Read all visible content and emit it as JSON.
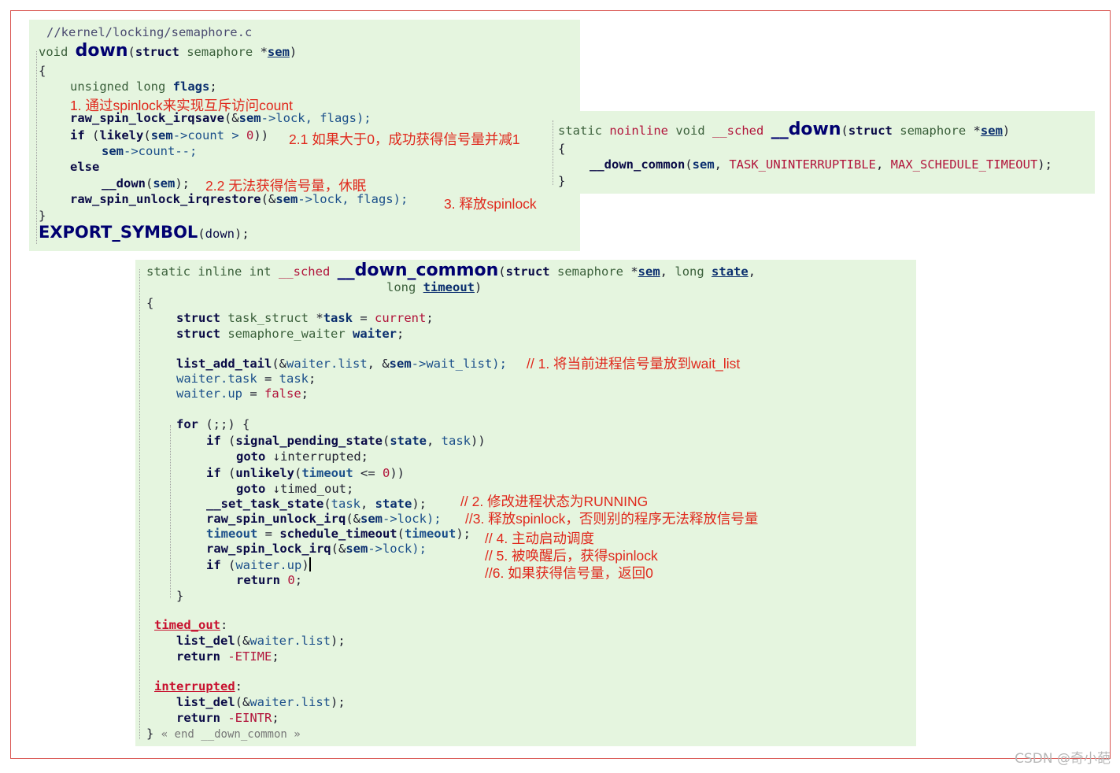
{
  "panel1": {
    "path_comment": "//kernel/locking/semaphore.c",
    "sig": {
      "void": "void",
      "name": "down",
      "open": "(",
      "struct": "struct",
      "type": "semaphore",
      "star": "*",
      "param": "sem",
      "close": ")"
    },
    "l_brace": "{",
    "decl": {
      "t": "unsigned long",
      "v": "flags",
      "semi": ";"
    },
    "note1": "1. 通过spinlock来实现互斥访问count",
    "lock": {
      "fn": "raw_spin_lock_irqsave",
      "args1": "(&",
      "sem": "sem",
      "arrow": "->lock, flags);"
    },
    "if_line": {
      "kw": "if",
      "p1": " (",
      "fn": "likely",
      "p2": "(",
      "sem": "sem",
      "arrow": "->count > ",
      "num": "0",
      "p3": "))"
    },
    "note21": "2.1 如果大于0，成功获得信号量并减1",
    "dec": {
      "sem": "sem",
      "rest": "->count--;"
    },
    "else_kw": "else",
    "call": {
      "fn": "__down",
      "p": "(",
      "sem": "sem",
      "e": ");"
    },
    "note22": "2.2 无法获得信号量，休眠",
    "unlock": {
      "fn": "raw_spin_unlock_irqrestore",
      "args1": "(&",
      "sem": "sem",
      "arrow": "->lock, flags);"
    },
    "note3": "3. 释放spinlock",
    "r_brace": "}",
    "export": {
      "name": "EXPORT_SYMBOL",
      "p": "(",
      "arg": "down",
      "e": ");"
    }
  },
  "panel2": {
    "sig": {
      "static": "static",
      "noinline": "noinline",
      "void": "void",
      "sched": "__sched",
      "name": "__down",
      "open": "(",
      "struct": "struct",
      "type": "semaphore",
      "star": "*",
      "param": "sem",
      "close": ")"
    },
    "l_brace": "{",
    "body": {
      "fn": "__down_common",
      "p": "(",
      "sem": "sem",
      "c": ", ",
      "m1": "TASK_UNINTERRUPTIBLE",
      "c2": ", ",
      "m2": "MAX_SCHEDULE_TIMEOUT",
      "e": ");"
    },
    "r_brace": "}"
  },
  "panel3": {
    "sig": {
      "static": "static inline int",
      "sched": "__sched",
      "name": "__down_common",
      "open": "(",
      "struct": "struct",
      "type": "semaphore",
      "star": "*",
      "param": "sem",
      "c1": ",",
      "long1": "long",
      "state": "state",
      "c2": ","
    },
    "sig2": {
      "long": "long",
      "timeout": "timeout",
      "close": ")"
    },
    "l_brace": "{",
    "d1": {
      "kw": "struct",
      "t": "task_struct",
      "star": "*",
      "v": "task",
      "eq": " = ",
      "cur": "current",
      "semi": ";"
    },
    "d2": {
      "kw": "struct",
      "t": "semaphore_waiter",
      "v": "waiter",
      "semi": ";"
    },
    "add": {
      "fn": "list_add_tail",
      "p": "(&",
      "w": "waiter.list",
      "c": ", &",
      "sem": "sem",
      "r": "->wait_list);"
    },
    "n1": "// 1. 将当前进程信号量放到wait_list",
    "wt": {
      "w": "waiter.task",
      "eq": " = ",
      "v": "task",
      "semi": ";"
    },
    "wu": {
      "w": "waiter.up",
      "eq": " = ",
      "v": "false",
      "semi": ";"
    },
    "for_line": {
      "kw": "for",
      "r": " (;;) {"
    },
    "if1": {
      "kw": "if",
      "p": " (",
      "fn": "signal_pending_state",
      "a": "(",
      "s": "state",
      "c": ", ",
      "t": "task",
      "e": "))"
    },
    "goto1": {
      "kw": "goto",
      "arrow": "↓",
      "lbl": "interrupted",
      "semi": ";"
    },
    "if2": {
      "kw": "if",
      "p": " (",
      "fn": "unlikely",
      "a": "(",
      "t": "timeout",
      "op": " <= ",
      "n": "0",
      "e": "))"
    },
    "goto2": {
      "kw": "goto",
      "arrow": "↓",
      "lbl": "timed_out",
      "semi": ";"
    },
    "set": {
      "fn": "__set_task_state",
      "a": "(",
      "t": "task",
      "c": ", ",
      "s": "state",
      "e": ");"
    },
    "n2": "// 2. 修改进程状态为RUNNING",
    "unl": {
      "fn": "raw_spin_unlock_irq",
      "a": "(&",
      "sem": "sem",
      "r": "->lock);"
    },
    "n3": "//3. 释放spinlock，否则别的程序无法释放信号量",
    "sch": {
      "t": "timeout",
      "eq": " = ",
      "fn": "schedule_timeout",
      "a": "(",
      "t2": "timeout",
      "e": ");"
    },
    "n4": "// 4. 主动启动调度",
    "lk": {
      "fn": "raw_spin_lock_irq",
      "a": "(&",
      "sem": "sem",
      "r": "->lock);"
    },
    "n5": "// 5. 被唤醒后，获得spinlock",
    "if3": {
      "kw": "if",
      "p": " (",
      "w": "waiter.up",
      "e": ")"
    },
    "n6": "//6. 如果获得信号量，返回0",
    "ret0": {
      "kw": "return",
      "n": "0",
      "semi": ";"
    },
    "for_close": "}",
    "lbl_to": "timed_out",
    "lbl_to_c": ":",
    "del1": {
      "fn": "list_del",
      "a": "(&",
      "w": "waiter.list",
      "e": ");"
    },
    "ret1": {
      "kw": "return",
      "m": "-ETIME",
      "semi": ";"
    },
    "lbl_in": "interrupted",
    "lbl_in_c": ":",
    "del2": {
      "fn": "list_del",
      "a": "(&",
      "w": "waiter.list",
      "e": ");"
    },
    "ret2": {
      "kw": "return",
      "m": "-EINTR",
      "semi": ";"
    },
    "r_brace": "}",
    "end_note": "« end __down_common »"
  },
  "watermark": "CSDN @奇小葩"
}
